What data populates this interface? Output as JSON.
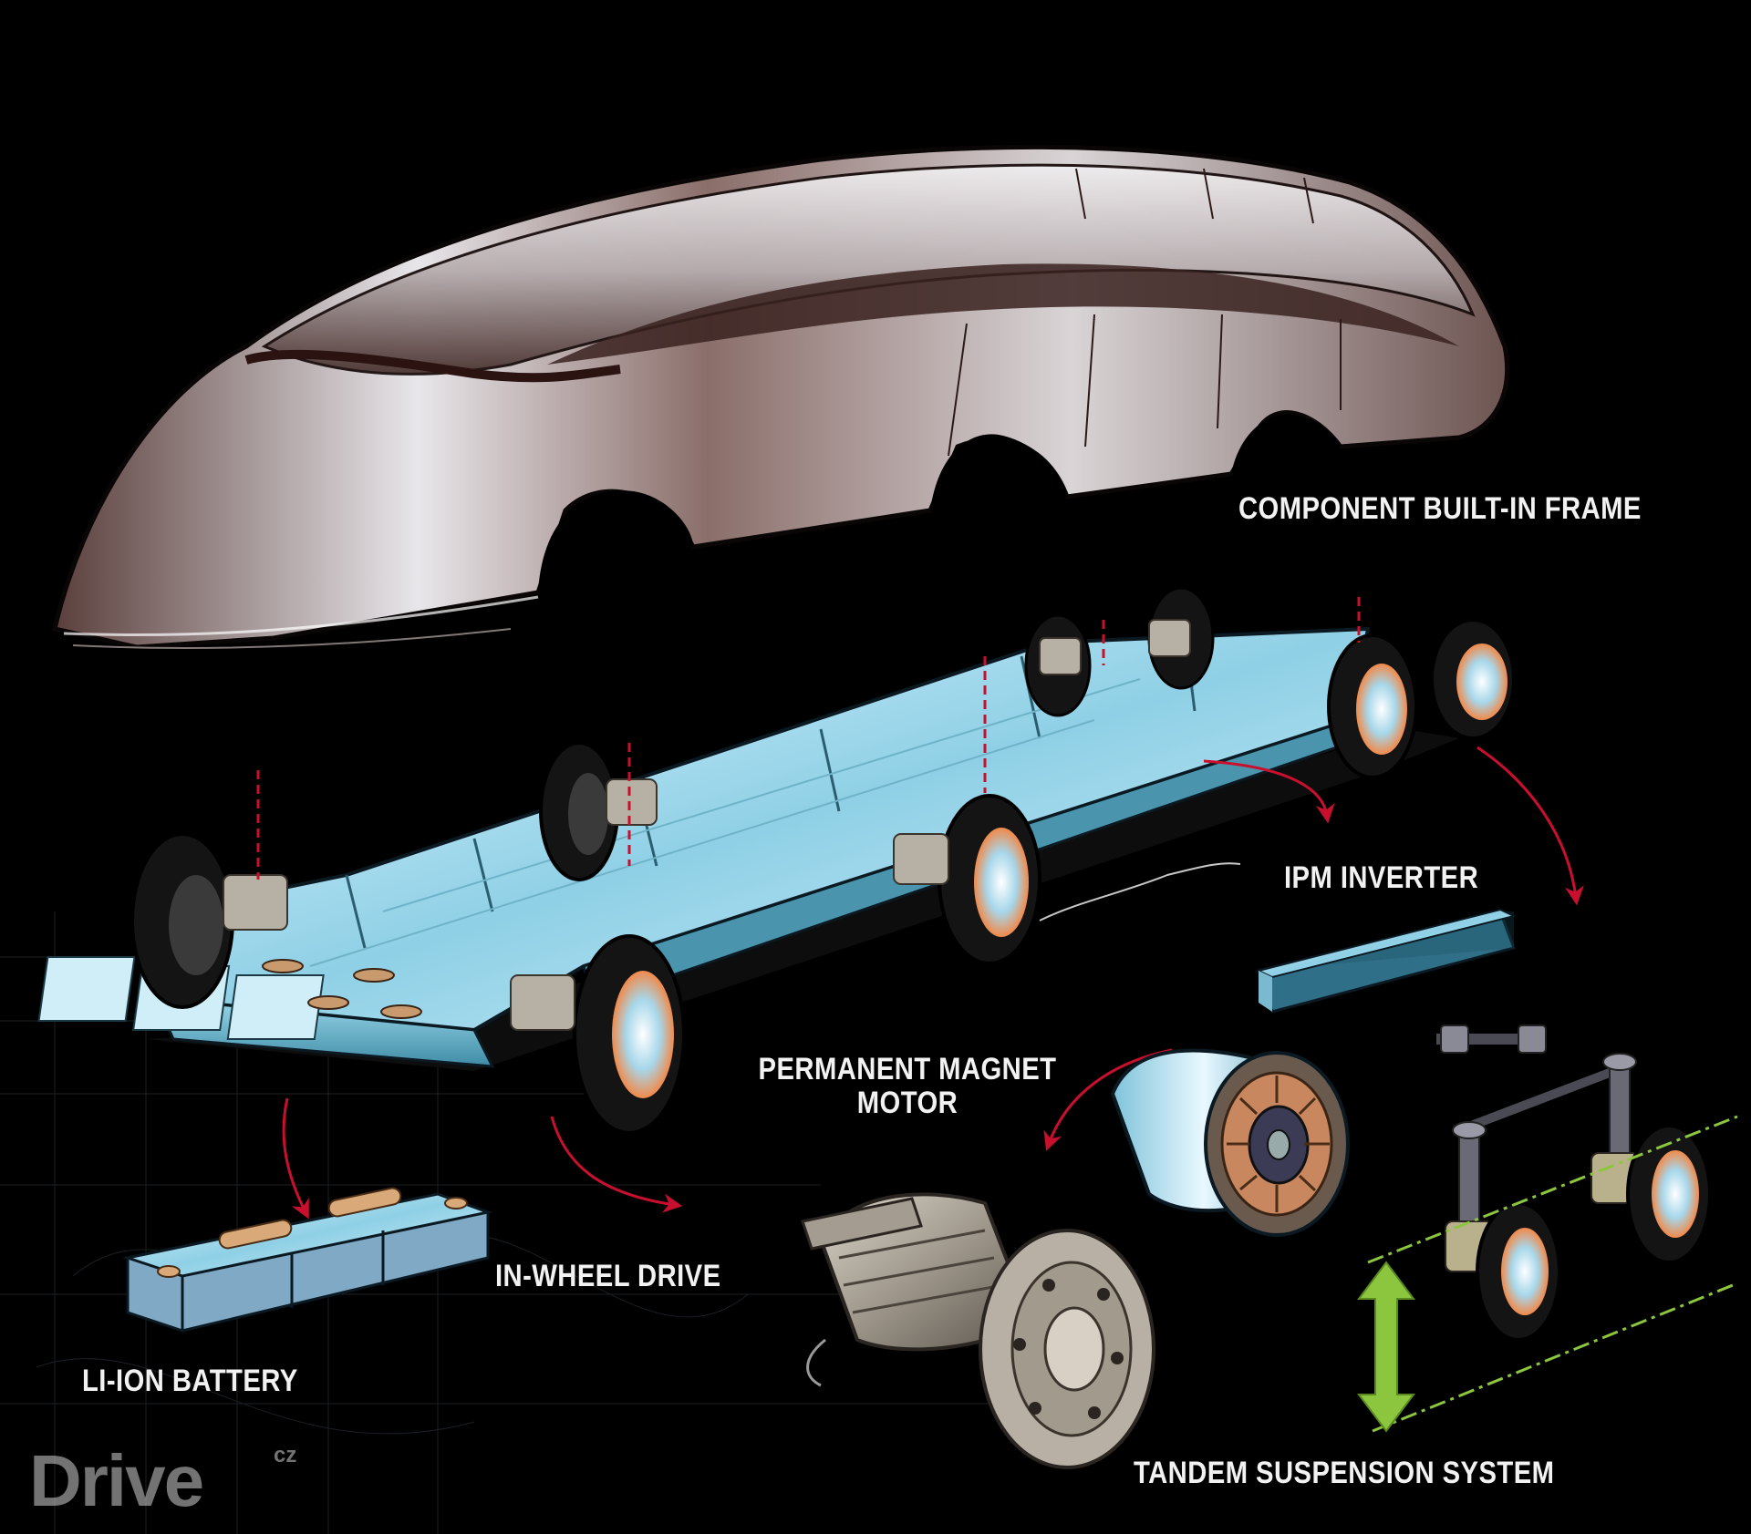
{
  "labels": {
    "component_frame": "COMPONENT BUILT-IN FRAME",
    "ipm_inverter": "IPM INVERTER",
    "motor_line1": "PERMANENT MAGNET",
    "motor_line2": "MOTOR",
    "in_wheel_drive": "IN-WHEEL DRIVE",
    "li_ion_battery": "LI-ION BATTERY",
    "tandem_suspension": "TANDEM SUSPENSION SYSTEM"
  },
  "watermark": {
    "logo_text": "Drive",
    "logo_suffix": "cz"
  },
  "colors": {
    "background": "#000000",
    "body_shell": "#7d6460",
    "chassis_glass": "#bfe6f2",
    "tire": "#151515",
    "leader_arrow": "#c8102e",
    "suspension_arrow": "#8cc63f",
    "label_text": "#f2f2f2"
  },
  "icons": {
    "car_body": "car-body-shell-illustration",
    "chassis": "glass-chassis-frame-illustration",
    "motor": "permanent-magnet-motor-illustration",
    "suspension": "tandem-suspension-illustration"
  }
}
